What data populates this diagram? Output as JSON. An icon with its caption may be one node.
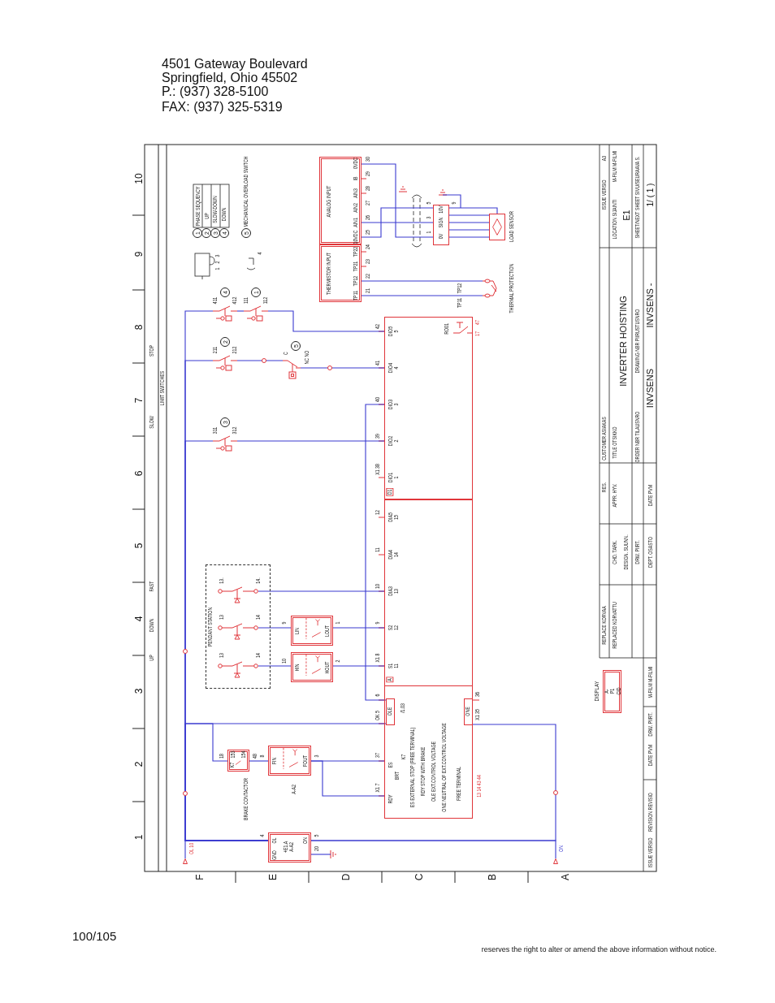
{
  "diagram": {
    "nodes": [
      {
        "text": [
          "ANALOG INPUT"
        ]
      },
      {
        "text": [
          "THERMISTOR INPUT"
        ]
      },
      {
        "text": [],
        "shape": "box"
      },
      {
        "text": [],
        "shape": "box",
        "beside": [
          "LOAD SENSOR"
        ]
      },
      {
        "text": [],
        "shape": "picture",
        "beside": [
          "THERMAL PROTECTION"
        ]
      },
      {
        "text": [],
        "shape": "switch",
        "beside": [
          "411",
          "412",
          "4"
        ]
      },
      {
        "text": [],
        "shape": "switch",
        "beside": [
          "111",
          "112",
          "1"
        ]
      },
      {
        "text": [],
        "shape": "switch",
        "beside": [
          "211",
          "212",
          "2"
        ]
      },
      {
        "text": [],
        "shape": "switch",
        "beside": [
          "C",
          "NC NO",
          "5"
        ]
      },
      {
        "text": [],
        "shape": "switch",
        "beside": [
          "311",
          "312",
          "3"
        ]
      },
      {
        "text": [
          "PENDANT STATION"
        ]
      },
      {
        "text": [],
        "shape": "switch",
        "in": 10,
        "beside": [
          "13.",
          "14."
        ]
      },
      {
        "text": [],
        "shape": "switch",
        "in": 10,
        "beside": [
          "13",
          "14"
        ]
      },
      {
        "text": [],
        "shape": "switch",
        "in": 10,
        "beside": [
          "13",
          "14"
        ]
      },
      {
        "text": [
          "LIN",
          "LOUT"
        ]
      },
      {
        "text": [
          "HIN",
          "HOUT"
        ]
      },
      {
        "text": [
          "K7",
          "153",
          "154"
        ],
        "beside": [
          "BRAKE CONTACTOR"
        ]
      },
      {
        "text": [
          "FIN",
          "FOUT"
        ],
        "beside": [
          "A-A2"
        ]
      },
      {
        "text": [
          "OL",
          "+E1.A A-A2",
          "GND",
          "ON"
        ]
      },
      {
        "text": [],
        "shape": "box"
      },
      {
        "text": [
          "D1"
        ],
        "in": 19
      },
      {
        "text": [
          "A"
        ],
        "in": 19
      },
      {
        "text": [
          "OLE"
        ],
        "in": 19
      },
      {
        "text": [
          "ONE"
        ],
        "in": 19
      },
      {
        "text": [
          "A-P1 CID"
        ],
        "beside": [
          "DISPLAY"
        ]
      },
      {
        "text": [],
        "shape": "triangle",
        "beside": [
          "OL 10"
        ]
      },
      {
        "text": [],
        "shape": "triangle",
        "beside": [
          "ON"
        ]
      }
    ],
    "edges": [
      {
        "from": 0,
        "to": 2,
        "arrow": "none"
      },
      {
        "from": 0,
        "to": 2,
        "arrow": "none"
      },
      {
        "from": 0,
        "to": 2,
        "arrow": "none"
      },
      {
        "from": 2,
        "to": 3,
        "arrow": "none"
      },
      {
        "from": 2,
        "to": 3,
        "arrow": "none"
      },
      {
        "from": 2,
        "to": 3,
        "arrow": "none"
      },
      {
        "from": 2,
        "to": 3,
        "arrow": "none"
      },
      {
        "from": 2,
        "to": 3,
        "arrow": "none"
      },
      {
        "from": 1,
        "to": 4,
        "arrow": "none"
      },
      {
        "from": 1,
        "to": 4,
        "arrow": "none"
      },
      {
        "from": 18,
        "to": 5,
        "arrow": "none"
      },
      {
        "from": 18,
        "to": 7,
        "arrow": "none"
      },
      {
        "from": 18,
        "to": 9,
        "arrow": "none"
      },
      {
        "from": 18,
        "to": 22,
        "arrow": "none"
      },
      {
        "from": 18,
        "to": 16,
        "arrow": "none"
      },
      {
        "from": 5,
        "to": 6,
        "arrow": "none"
      },
      {
        "from": 6,
        "to": 20,
        "arrow": "none"
      },
      {
        "from": 7,
        "to": 8,
        "arrow": "none"
      },
      {
        "from": 8,
        "to": 20,
        "arrow": "none"
      },
      {
        "from": 9,
        "to": 20,
        "arrow": "none"
      },
      {
        "from": 22,
        "to": 20,
        "arrow": "none"
      },
      {
        "from": 11,
        "to": 21,
        "arrow": "none"
      },
      {
        "from": 12,
        "to": 14,
        "arrow": "none"
      },
      {
        "from": 14,
        "to": 21,
        "arrow": "none"
      },
      {
        "from": 13,
        "to": 15,
        "arrow": "none"
      },
      {
        "from": 15,
        "to": 21,
        "arrow": "none"
      },
      {
        "from": 16,
        "to": 17,
        "arrow": "none"
      },
      {
        "from": 17,
        "to": 19,
        "arrow": "none"
      },
      {
        "from": 17,
        "to": 19,
        "arrow": "none"
      },
      {
        "from": 18,
        "to": 23,
        "arrow": "none"
      },
      {
        "from": 18,
        "to": 25,
        "arrow": "none"
      },
      {
        "from": 18,
        "to": 26,
        "arrow": "none"
      }
    ],
    "labels": [
      "4501 Gateway Boulevard",
      "Springfield, Ohio 45502",
      "P.: (937) 328-5100",
      "FAX: (937) 325-5319",
      "10",
      "9",
      "8",
      "7",
      "6",
      "5",
      "4",
      "3",
      "2",
      "1",
      "F",
      "E",
      "D",
      "C",
      "B",
      "A",
      "SLOW",
      "STOP",
      "LIMIT SWITCHES",
      "UP",
      "DOWN",
      "FAST",
      "1",
      "PHASE SEQUENCY",
      "2",
      "UP",
      "3",
      "SLOW-DOWN",
      "4",
      "DOWN",
      "5",
      "MECHANICAL OVERLOAD SWITCH",
      "1",
      "2",
      "3",
      "4",
      "0VDC",
      "30",
      "IB",
      "29",
      "AIN3",
      "28",
      "AIN2",
      "27",
      "AIN1",
      "26",
      "10VDC",
      "25",
      "TP22",
      "24",
      "TP21",
      "23",
      "TP12",
      "22",
      "TP11",
      "21",
      "5",
      "3",
      "1",
      "10V",
      "SIGN",
      "0V",
      "9",
      "TP12",
      "TP11",
      "42",
      "41",
      "40",
      "39",
      "X1 38",
      "12",
      "11",
      "10",
      "9",
      "X1 8",
      "6",
      "OK 5",
      "37",
      "X1 7",
      "DIO5 5",
      "DIO4 4",
      "DIO3 3",
      "DIO2 2",
      "DIO1 1",
      "DIA5 15",
      "DIA4 14",
      "DIA3 13",
      "S2 12",
      "S1 11",
      "/1.03",
      "ES",
      "BRT",
      "K7",
      "RDY",
      "ES EXTERNAL STOP (FREE TERMINAL)",
      "RDY STOP WITH BRAKE",
      "OLE EXT.CONTROL VOLTAGE",
      "ONE NEUTRAL OF EXT.CONTROL VOLTAGE",
      "FREE TERMINAL",
      "13 14 43 44",
      "36",
      "X1 35",
      "RO01",
      "17",
      "47",
      "9",
      "1",
      "10",
      "2",
      "18",
      "48",
      "8",
      "3",
      "4",
      "5",
      "20",
      "A3",
      "M-FILM M-FILMI",
      "ISSUE VERSIO",
      "LOCATION SIJAINTI",
      "E1",
      "SHEET/NEXT SHEET SIVU/SEURAAVA S.",
      "1/ ( 1 )",
      "CUSTOMER ASIAKAS",
      "TITLE OTSIKKO",
      "INVERTER HOISTING",
      "ORDER NBR TILAUSNRO",
      "INVSENS",
      "DRAWING NBR PIIRUSTUSNRO",
      "INVSENS -",
      "RES.",
      "APPR. HYV.",
      "DATE PVM",
      "CHD. TARK.",
      "DESIGN. SUUNN.",
      "DRW. PIIRT.",
      "DEPT. OSASTO",
      "REPLACE KORVAA",
      "REPLACED KORVATTU",
      "M-FILM M-FILMI",
      "DRW. PIIRT.",
      "DATE PVM",
      "REVISION REVISIO",
      "ISSUE VERSIO",
      "100/105",
      "reserves the right to alter or amend the above information without notice."
    ]
  }
}
